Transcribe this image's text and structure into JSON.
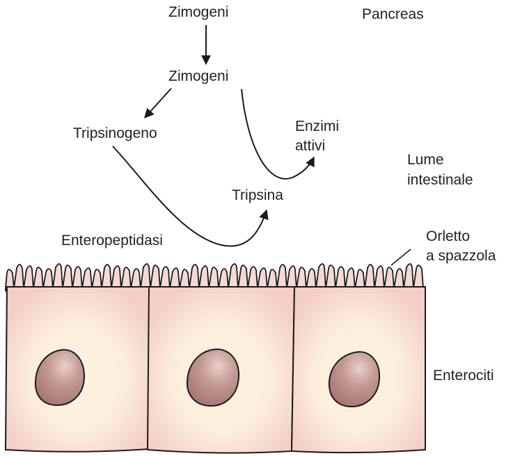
{
  "labels": {
    "zimogeni_top": "Zimogeni",
    "pancreas": "Pancreas",
    "zimogeni_mid": "Zimogeni",
    "tripsinogeno": "Tripsinogeno",
    "enzimi_line1": "Enzimi",
    "enzimi_line2": "attivi",
    "lume_line1": "Lume",
    "lume_line2": "intestinale",
    "tripsina": "Tripsina",
    "enteropeptidasi": "Enteropeptidasi",
    "orletto_line1": "Orletto",
    "orletto_line2": "a spazzola",
    "enterociti": "Enterociti"
  },
  "colors": {
    "cell_fill": "#f6d9d3",
    "cell_inner": "#fcefd8",
    "nucleus": "#b98a86",
    "outline": "#1a1a1a"
  }
}
